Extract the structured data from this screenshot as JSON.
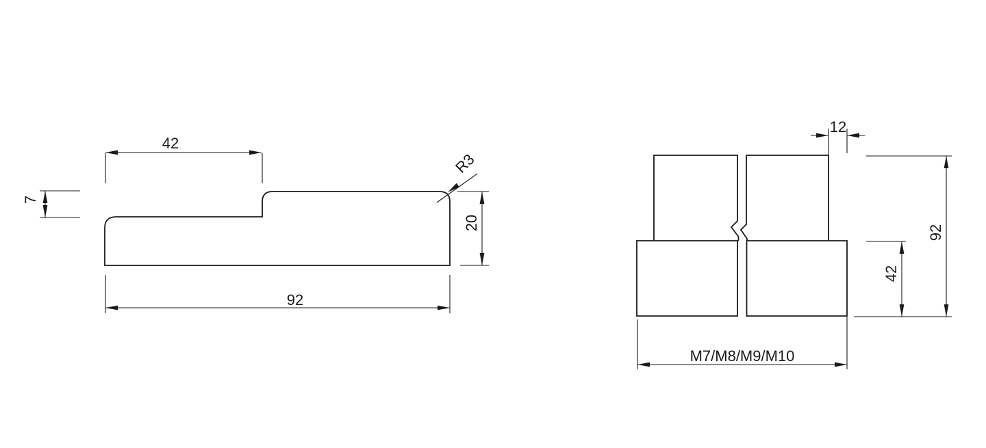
{
  "colors": {
    "line": "#1a1a1a",
    "background": "#ffffff"
  },
  "left_view": {
    "dim_top_width": "42",
    "dim_step_height": "7",
    "dim_thickness": "20",
    "dim_total_length": "92",
    "radius_label": "R3"
  },
  "right_view": {
    "dim_edge_offset": "12",
    "dim_total_height": "92",
    "dim_lower_height": "42",
    "dim_thread_range": "M7/M8/M9/M10"
  }
}
